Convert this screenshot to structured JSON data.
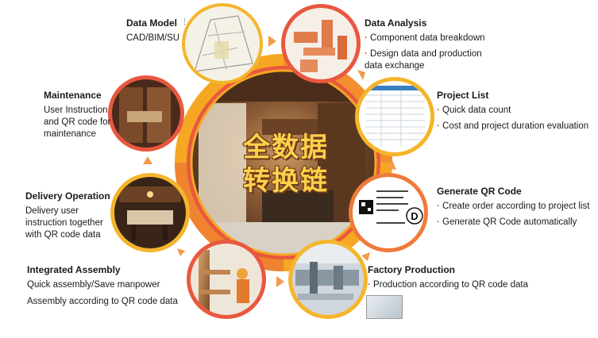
{
  "center": {
    "line1": "全数据",
    "line2": "转换链"
  },
  "colors": {
    "ring_orange": "#f5a623",
    "ring_red": "#e8583f",
    "arrow": "#f39a4a"
  },
  "steps": {
    "data_model": {
      "title": "Data Model",
      "items": [
        "CAD/BIM/SU"
      ]
    },
    "data_analysis": {
      "title": "Data Analysis",
      "items": [
        "Component data breakdown",
        "Design data and production data exchange"
      ]
    },
    "project_list": {
      "title": "Project List",
      "items": [
        "Quick data count",
        "Cost and project duration evaluation"
      ]
    },
    "generate_qr": {
      "title": "Generate QR Code",
      "items": [
        "Create order according to project list",
        "Generate QR Code automatically"
      ]
    },
    "factory_production": {
      "title": "Factory Production",
      "items": [
        "Production according to QR code data"
      ]
    },
    "integrated_assembly": {
      "title": "Integrated Assembly",
      "items": [
        "Quick assembly/Save manpower",
        "Assembly according to QR code data"
      ]
    },
    "delivery_operation": {
      "title": "Delivery Operation",
      "items": [
        "Delivery user instruction together with QR code data"
      ]
    },
    "maintenance": {
      "title": "Maintenance",
      "items": [
        "User Instruction and QR code for maintenance"
      ]
    }
  },
  "qr_card": {
    "letter": "D"
  }
}
